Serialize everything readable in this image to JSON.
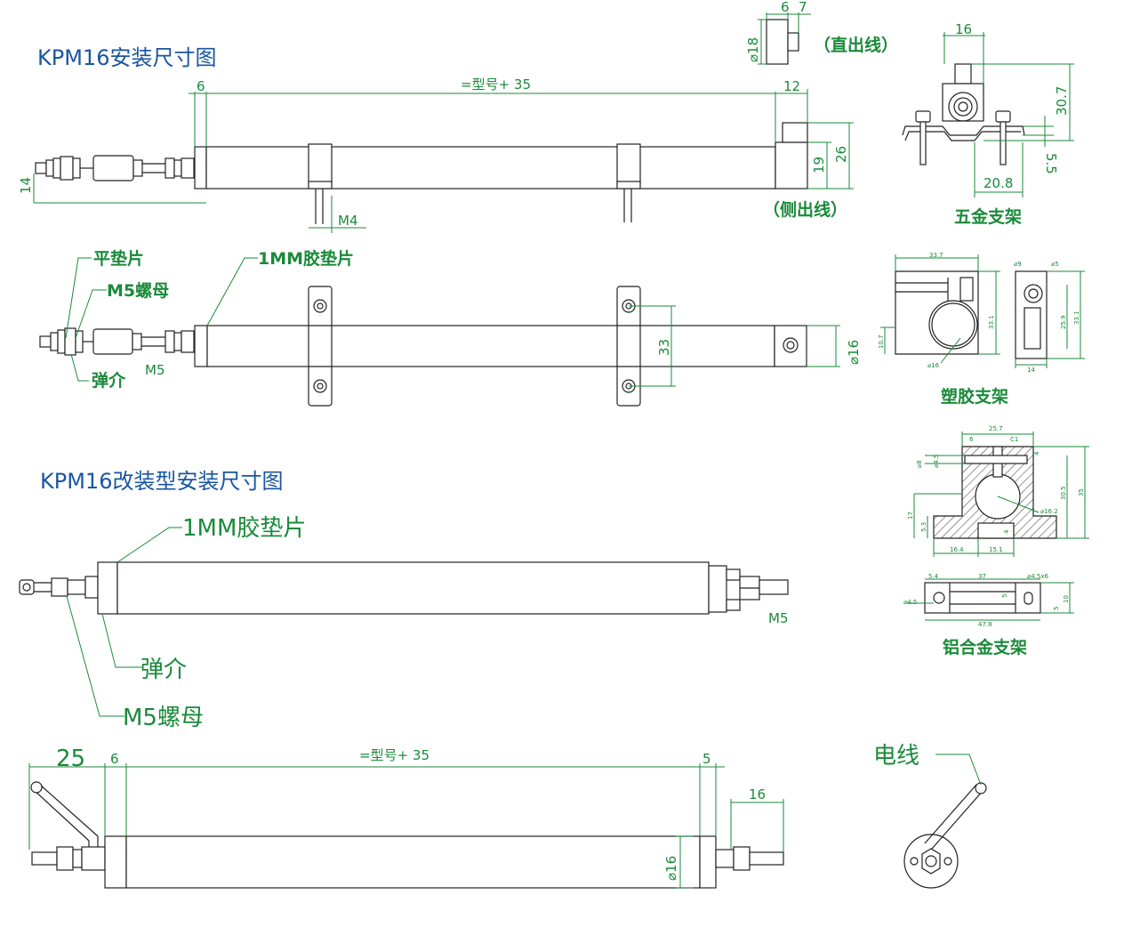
{
  "titles": {
    "section1": "KPM16安装尺寸图",
    "section2": "KPM16改装型安装尺寸图"
  },
  "top_view": {
    "dims": [
      "6",
      "=型号+ 35",
      "12",
      "14",
      "M4",
      "19",
      "26"
    ],
    "side_outlet": "（侧出线）"
  },
  "straight_outlet": {
    "label": "（直出线）",
    "dims": [
      "6",
      "7",
      "⌀18"
    ]
  },
  "plan_view": {
    "labels": [
      "平垫片",
      "M5螺母",
      "弹介",
      "1MM胶垫片",
      "M5"
    ],
    "dims": [
      "33",
      "⌀16"
    ]
  },
  "hardware_bracket": {
    "label": "五金支架",
    "dims": [
      "16",
      "30.7",
      "5.5",
      "20.8"
    ]
  },
  "plastic_bracket": {
    "label": "塑胶支架",
    "dims": [
      "33.7",
      "33.1",
      "10.7",
      "⌀16",
      "⌀9",
      "⌀5",
      "25.9",
      "33.1",
      "14"
    ]
  },
  "aluminum_bracket": {
    "label": "铝合金支架",
    "front_dims": [
      "25.7",
      "6",
      "C1",
      "4",
      "⌀8",
      "⌀4.5",
      "30.5",
      "35",
      "17",
      "⌀16.2",
      "5.3",
      "16.4",
      "15.1",
      "4"
    ],
    "bottom_dims": [
      "5.4",
      "37",
      "⌀4.5x6",
      "⌀4.5",
      "5",
      "5",
      "10",
      "47.8"
    ]
  },
  "modified_view": {
    "labels": [
      "1MM胶垫片",
      "弹介",
      "M5螺母",
      "M5"
    ]
  },
  "modified_bottom": {
    "dims": [
      "25",
      "6",
      "=型号+ 35",
      "5",
      "16",
      "⌀16"
    ]
  },
  "cable_view": {
    "label": "电线"
  }
}
